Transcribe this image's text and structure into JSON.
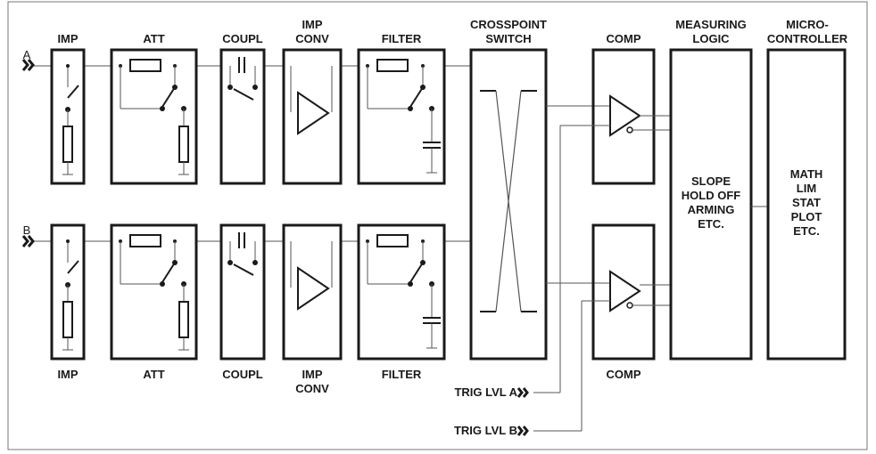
{
  "channel_a": {
    "input": "A"
  },
  "channel_b": {
    "input": "B"
  },
  "top_labels": {
    "imp": "IMP",
    "att": "ATT",
    "coupl": "COUPL",
    "imp_conv": "IMP CONV",
    "filter": "FILTER",
    "crosspoint_switch": "CROSSPOINT SWITCH",
    "comp": "COMP",
    "measuring_logic": "MEASURING LOGIC",
    "microcontroller": "MICRO-CONTROLLER"
  },
  "bottom_labels": {
    "imp": "IMP",
    "att": "ATT",
    "coupl": "COUPL",
    "imp_conv": "IMP CONV",
    "filter": "FILTER",
    "comp": "COMP"
  },
  "measuring_logic_text": [
    "SLOPE",
    "HOLD OFF",
    "ARMING",
    "ETC."
  ],
  "microcontroller_text": [
    "MATH",
    "LIM",
    "STAT",
    "PLOT",
    "ETC."
  ],
  "trigger_inputs": {
    "a": "TRIG LVL A",
    "b": "TRIG LVL B"
  },
  "colors": {
    "line": "#1a1a1a",
    "thin_line": "#555555",
    "background": "#ffffff"
  }
}
